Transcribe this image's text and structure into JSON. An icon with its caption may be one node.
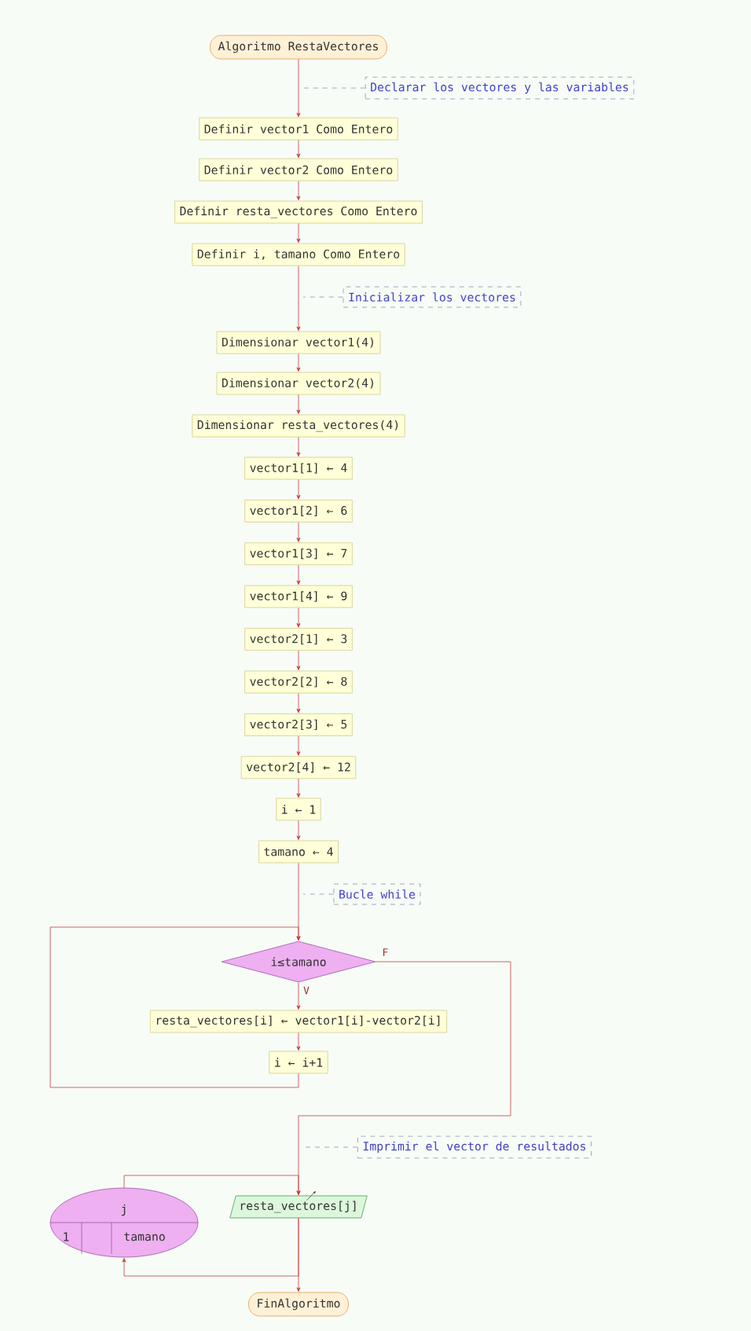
{
  "diagram": {
    "nodes": [
      {
        "text": [
          "Algoritmo RestaVectores"
        ]
      },
      {
        "text": [
          "Declarar los vectores y las variables"
        ]
      },
      {
        "text": [
          "Definir vector1 Como Entero"
        ]
      },
      {
        "text": [
          "Definir vector2 Como Entero"
        ]
      },
      {
        "text": [
          "Definir resta_vectores Como Entero"
        ]
      },
      {
        "text": [
          "Definir i, tamano Como Entero"
        ]
      },
      {
        "text": [
          "Inicializar los vectores"
        ]
      },
      {
        "text": [
          "Dimensionar vector1(4)"
        ]
      },
      {
        "text": [
          "Dimensionar vector2(4)"
        ]
      },
      {
        "text": [
          "Dimensionar resta_vectores(4)"
        ]
      },
      {
        "text": [
          "vector1[1] ← 4"
        ]
      },
      {
        "text": [
          "vector1[2] ← 6"
        ]
      },
      {
        "text": [
          "vector1[3] ← 7"
        ]
      },
      {
        "text": [
          "vector1[4] ← 9"
        ]
      },
      {
        "text": [
          "vector2[1] ← 3"
        ]
      },
      {
        "text": [
          "vector2[2] ← 8"
        ]
      },
      {
        "text": [
          "vector2[3] ← 5"
        ]
      },
      {
        "text": [
          "vector2[4] ← 12"
        ]
      },
      {
        "text": [
          "i ← 1"
        ]
      },
      {
        "text": [
          "tamano ← 4"
        ]
      },
      {
        "text": [
          "Bucle while"
        ]
      },
      {
        "text": [
          "i≤tamano"
        ]
      },
      {
        "text": [
          "resta_vectores[i] ← vector1[i]-vector2[i]"
        ]
      },
      {
        "text": [
          "i ← i+1"
        ]
      },
      {
        "text": [
          "Imprimir el vector de resultados"
        ]
      },
      {
        "text": [
          "j",
          "1",
          "tamano"
        ]
      },
      {
        "text": [
          "resta_vectores[j]"
        ]
      },
      {
        "text": [
          "FinAlgoritmo"
        ]
      }
    ],
    "edges": [
      {
        "from": 0,
        "to": 2,
        "arrow": "to"
      },
      {
        "from": 2,
        "to": 3,
        "arrow": "to"
      },
      {
        "from": 3,
        "to": 4,
        "arrow": "to"
      },
      {
        "from": 4,
        "to": 5,
        "arrow": "to"
      },
      {
        "from": 5,
        "to": 7,
        "arrow": "to"
      },
      {
        "from": 7,
        "to": 8,
        "arrow": "to"
      },
      {
        "from": 8,
        "to": 9,
        "arrow": "to"
      },
      {
        "from": 9,
        "to": 10,
        "arrow": "to"
      },
      {
        "from": 10,
        "to": 11,
        "arrow": "to"
      },
      {
        "from": 11,
        "to": 12,
        "arrow": "to"
      },
      {
        "from": 12,
        "to": 13,
        "arrow": "to"
      },
      {
        "from": 13,
        "to": 14,
        "arrow": "to"
      },
      {
        "from": 14,
        "to": 15,
        "arrow": "to"
      },
      {
        "from": 15,
        "to": 16,
        "arrow": "to"
      },
      {
        "from": 16,
        "to": 17,
        "arrow": "to"
      },
      {
        "from": 17,
        "to": 18,
        "arrow": "to"
      },
      {
        "from": 18,
        "to": 19,
        "arrow": "to"
      },
      {
        "from": 19,
        "to": 21,
        "arrow": "to"
      },
      {
        "from": 21,
        "to": 22,
        "arrow": "to",
        "label": "V"
      },
      {
        "from": 22,
        "to": 23,
        "arrow": "to"
      },
      {
        "from": 23,
        "to": 21,
        "arrow": "to"
      },
      {
        "from": 21,
        "to": 26,
        "arrow": "to",
        "label": "F"
      },
      {
        "from": 25,
        "to": 26,
        "arrow": "to"
      },
      {
        "from": 26,
        "to": 25,
        "arrow": "to"
      },
      {
        "from": 26,
        "to": 27,
        "arrow": "to"
      },
      {
        "from": 1,
        "to": null,
        "arrow": "none",
        "style": "dashed",
        "color": "#9090b0"
      },
      {
        "from": 6,
        "to": null,
        "arrow": "none",
        "style": "dashed",
        "color": "#9090b0"
      },
      {
        "from": 20,
        "to": null,
        "arrow": "none",
        "style": "dashed",
        "color": "#9090b0"
      },
      {
        "from": 24,
        "to": null,
        "arrow": "none",
        "style": "dashed",
        "color": "#9090b0"
      }
    ]
  }
}
